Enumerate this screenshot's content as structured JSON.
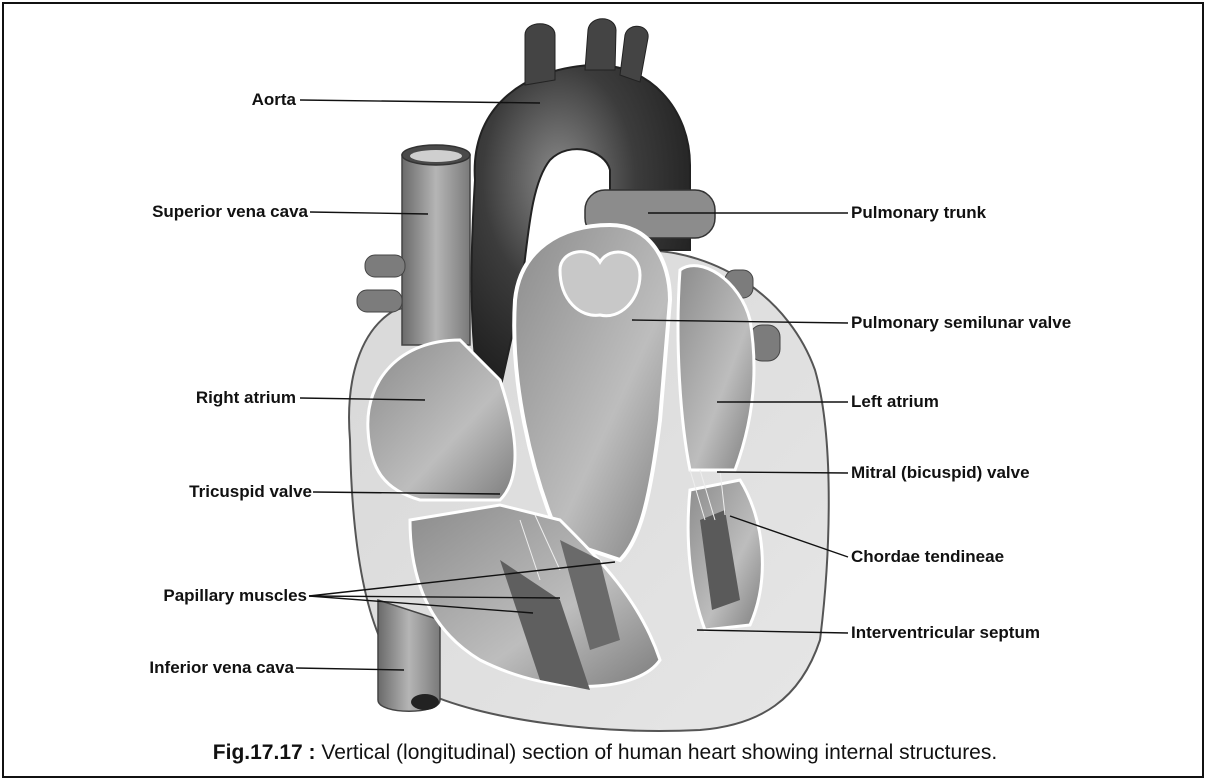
{
  "labels_left": {
    "aorta": "Aorta",
    "superior_vena_cava": "Superior vena cava",
    "right_atrium": "Right atrium",
    "tricuspid_valve": "Tricuspid valve",
    "papillary_muscles": "Papillary muscles",
    "inferior_vena_cava": "Inferior vena cava"
  },
  "labels_right": {
    "pulmonary_trunk": "Pulmonary trunk",
    "pulmonary_semilunar_valve": "Pulmonary semilunar valve",
    "left_atrium": "Left atrium",
    "mitral_valve": "Mitral (bicuspid) valve",
    "chordae_tendineae": "Chordae tendineae",
    "interventricular_septum": "Interventricular septum"
  },
  "caption": {
    "fig_number": "Fig.17.17 :",
    "text": "Vertical (longitudinal) section of human heart showing internal structures."
  }
}
